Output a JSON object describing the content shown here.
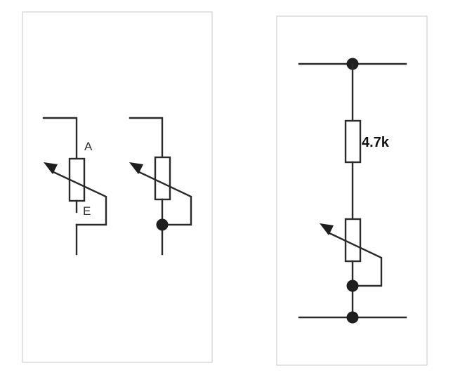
{
  "left_panel": {
    "pot_a": {
      "terminal_top_label": "A",
      "terminal_bottom_label": "E"
    }
  },
  "right_panel": {
    "resistor_value": "4.7k"
  }
}
